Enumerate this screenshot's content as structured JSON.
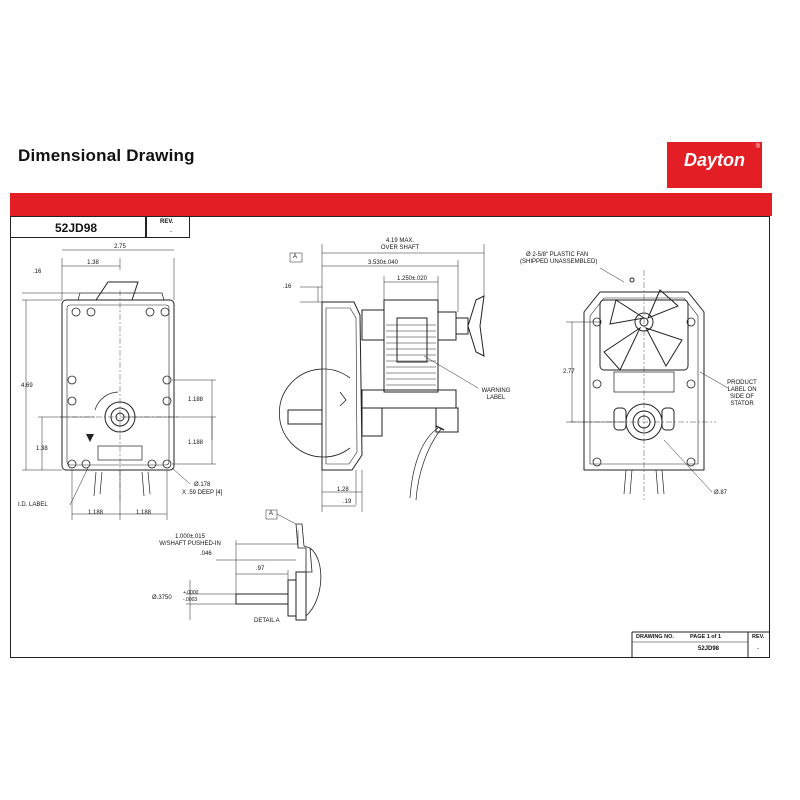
{
  "header": {
    "title": "Dimensional Drawing",
    "logo_text": "Dayton",
    "logo_mark": "®"
  },
  "colors": {
    "brand_red": "#e31e24",
    "line": "#222222"
  },
  "drawing_header": {
    "part_number": "52JD98",
    "rev_label": "REV.",
    "rev_value": "-"
  },
  "title_block": {
    "drawing_no_label": "DRAWING NO.",
    "page_label": "PAGE 1 of 1",
    "rev_label": "REV.",
    "drawing_no_value": "52JD98",
    "rev_value": "-"
  },
  "front_view": {
    "dims": {
      "width_total": "2.75",
      "width_half": "1.38",
      "top_offset": ".16",
      "height": "4.69",
      "shaft_height": "1.38",
      "hole_spacing_upper": "1.188",
      "hole_spacing_lower": "1.188",
      "bottom_left": "1.188",
      "bottom_right": "1.188",
      "hole_dia": "Ø.178",
      "hole_depth": "X .59 DEEP [4]"
    },
    "labels": {
      "id_label": "I.D. LABEL"
    }
  },
  "side_view": {
    "datum": "A",
    "dims": {
      "over_shaft_line1": "4.19 MAX.",
      "over_shaft_line2": "OVER SHAFT",
      "overall": "3.530±.040",
      "coil": "1.250±.020",
      "top_offset": ".16",
      "bottom_1": "1.28",
      "bottom_2": ".19"
    },
    "labels": {
      "warning_line1": "WARNING",
      "warning_line2": "LABEL"
    }
  },
  "rear_view": {
    "dims": {
      "fan_line1": "Ø 2-5/8\" PLASTIC FAN",
      "fan_line2": "(SHIPPED UNASSEMBLED)",
      "height": "2.77",
      "shaft_dia": "Ø.87"
    },
    "labels": {
      "product_line1": "PRODUCT",
      "product_line2": "LABEL ON",
      "product_line3": "SIDE OF",
      "product_line4": "STATOR"
    }
  },
  "detail_view": {
    "datum": "A",
    "dims": {
      "length_line1": "1.000±.015",
      "length_line2": "W/SHAFT PUSHED-IN",
      "small": ".046",
      "shaft_len": ".97",
      "dia_main": "Ø.3750",
      "dia_tol_plus": "+.0000",
      "dia_tol_minus": "-.0003"
    },
    "caption": "DETAIL A"
  }
}
